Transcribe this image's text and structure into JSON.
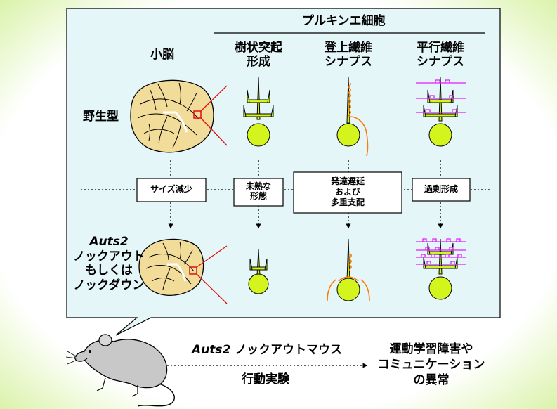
{
  "header": {
    "purkinje_label": "プルキンエ細胞"
  },
  "columns": {
    "cerebellum": "小脳",
    "dendrite": [
      "樹状突起",
      "形成"
    ],
    "climbing": [
      "登上繊維",
      "シナプス"
    ],
    "parallel": [
      "平行繊維",
      "シナプス"
    ]
  },
  "rows": {
    "wildtype": "野生型",
    "knockout": {
      "gene": "Auts2",
      "lines": [
        "ノックアウト",
        "もしくは",
        "ノックダウン"
      ]
    }
  },
  "phenotypes": {
    "size": "サイズ減少",
    "immature": [
      "未熟な",
      "形態"
    ],
    "delay": [
      "発達遅延",
      "および",
      "多重支配"
    ],
    "excess": "過剰形成"
  },
  "mouse": {
    "gene": "Auts2",
    "title_rest": " ノックアウトマウス",
    "experiment": "行動実験",
    "outcome": [
      "運動学習障害や",
      "コミュニケーション",
      "の異常"
    ]
  },
  "colors": {
    "panel_fill": "#e5f6f8",
    "neuron": "#d3f51d",
    "cerebellum": "#f2dc9a",
    "climbing_fiber": "#ff7a00",
    "parallel_fiber": "#e21cff",
    "connector": "#e01010"
  }
}
